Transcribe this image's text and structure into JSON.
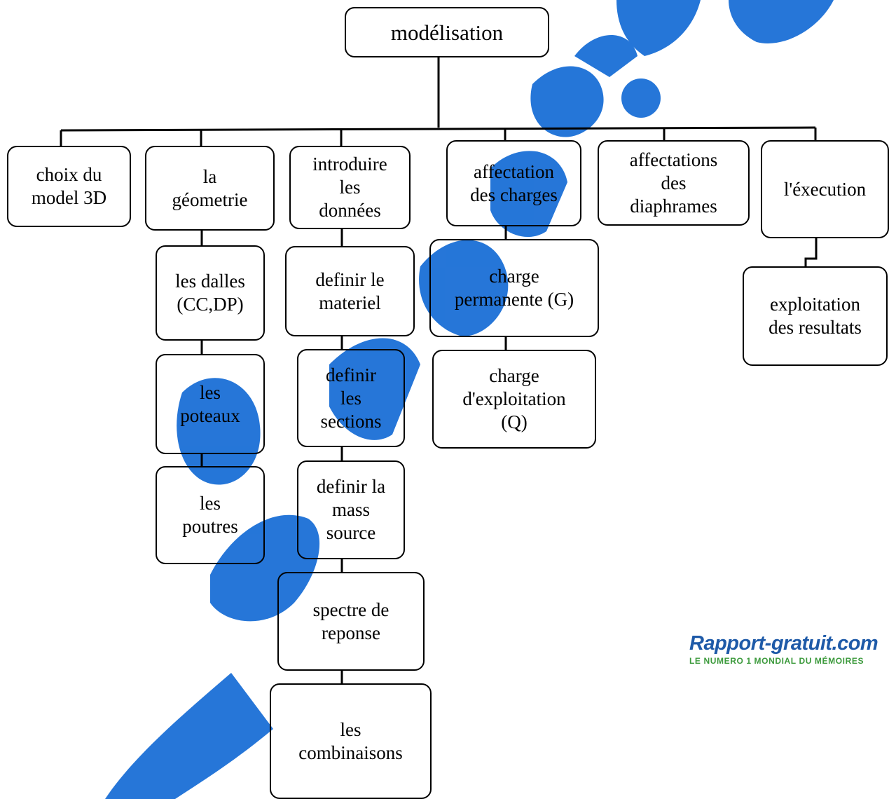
{
  "root": {
    "label": "modélisation"
  },
  "branches": [
    {
      "label": "choix du\nmodel 3D",
      "children": []
    },
    {
      "label": "la\ngéometrie",
      "children": [
        "les dalles\n(CC,DP)",
        "les\npoteaux",
        "les\npoutres"
      ]
    },
    {
      "label": "introduire\nles\ndonnées",
      "children": [
        "definir le\nmateriel",
        "definir\nles\nsections",
        "definir la\nmass\nsource",
        "spectre de\nreponse",
        "les\ncombinaisons"
      ]
    },
    {
      "label": "affectation\ndes charges",
      "children": [
        "charge\npermanente (G)",
        "charge\nd'exploitation\n(Q)"
      ]
    },
    {
      "label": "affectations\ndes\ndiaphrames",
      "children": []
    },
    {
      "label": "l'éxecution",
      "children": [
        "exploitation\ndes resultats"
      ]
    }
  ],
  "watermark": {
    "logo_text": "Rapport-gratuit.com",
    "logo_tagline": "LE NUMERO 1 MONDIAL DU MÉMOIRES",
    "color_blue": "#1a6fd6",
    "color_green": "#3c9a3c"
  }
}
